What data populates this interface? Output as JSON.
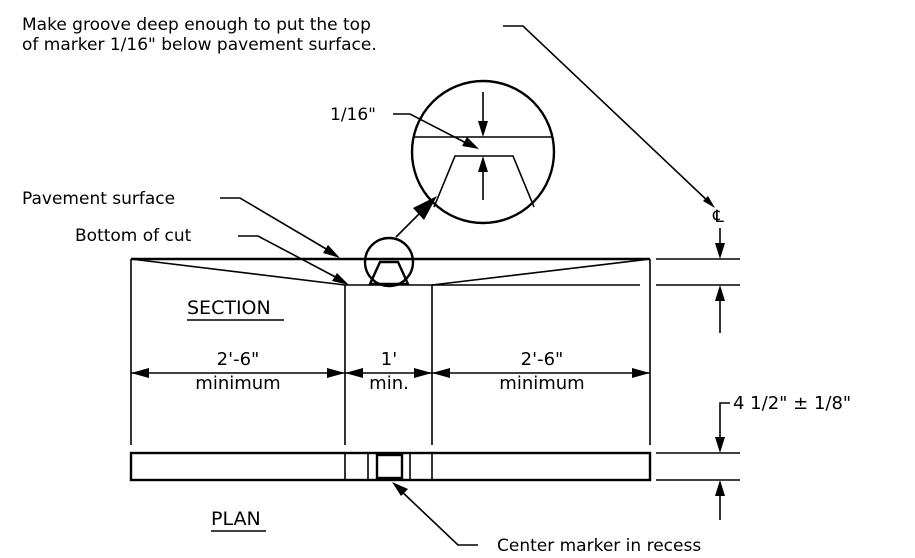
{
  "notes": {
    "groove_line1": "Make groove deep enough to put the top",
    "groove_line2": "of marker 1/16\" below pavement surface.",
    "sixteenth": "1/16\"",
    "pavement_surface": "Pavement surface",
    "bottom_of_cut": "Bottom of cut",
    "center_marker": "Center marker in recess",
    "centerline_symbol": "℄"
  },
  "views": {
    "section": "SECTION",
    "plan": "PLAN"
  },
  "dimensions": {
    "left_value": "2'-6\"",
    "left_note": "minimum",
    "mid_value": "1'",
    "mid_note": "min.",
    "right_value": "2'-6\"",
    "right_note": "minimum",
    "thickness": "4 1/2\" ± 1/8\""
  }
}
